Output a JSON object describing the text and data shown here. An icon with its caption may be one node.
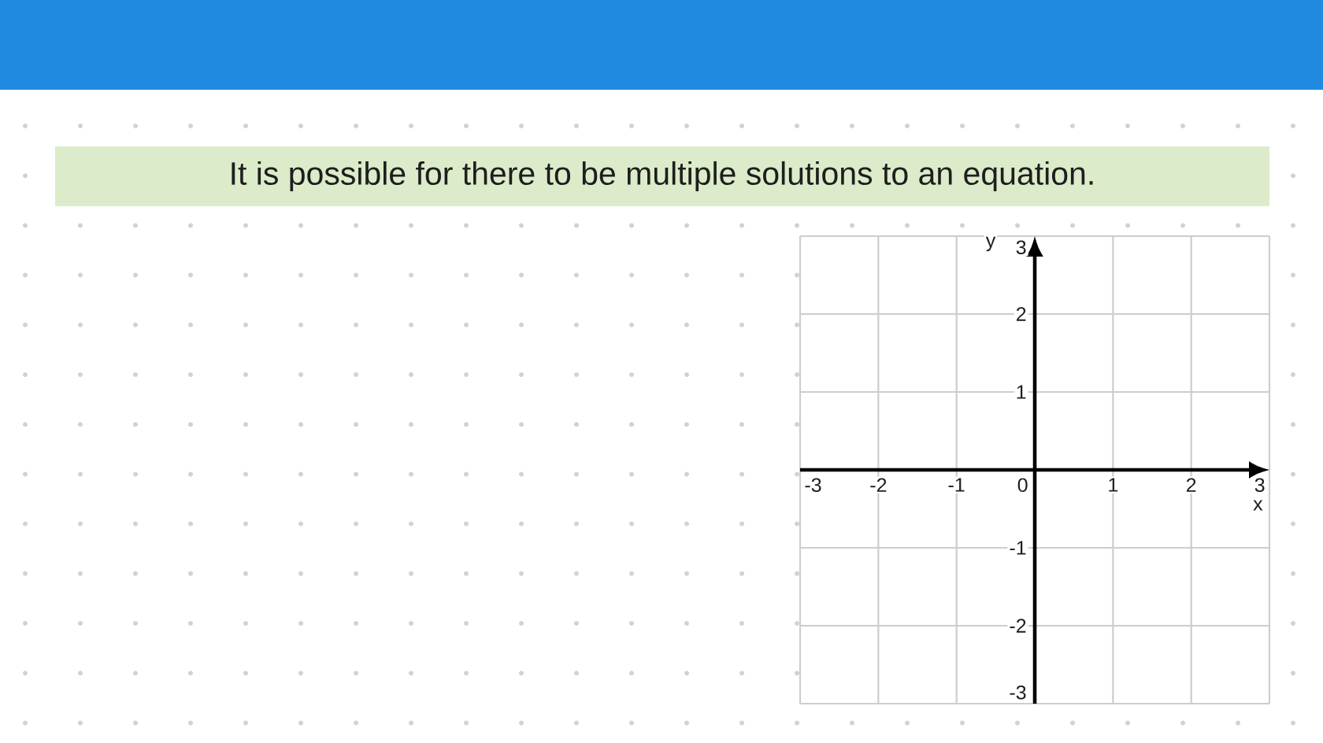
{
  "diagram": {
    "nodes": [
      {
        "text": [
          "It is possible for there to be multiple solutions to an equation."
        ]
      }
    ],
    "chart_data": {
      "type": "line",
      "xlabel": "x",
      "ylabel": "y",
      "xlim": [
        -3,
        3
      ],
      "ylim": [
        -3,
        3
      ],
      "xticks": [
        -3,
        -2,
        -1,
        0,
        1,
        2,
        3
      ],
      "yticks": [
        3,
        2,
        1,
        -1,
        -2,
        -3
      ],
      "grid": true
    }
  }
}
